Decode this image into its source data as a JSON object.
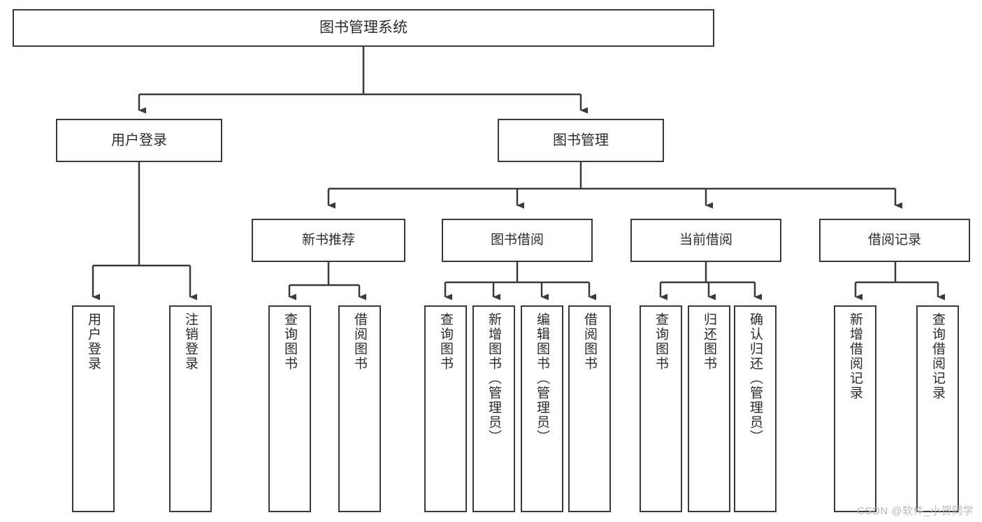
{
  "diagram": {
    "title": "图书管理系统",
    "type": "tree",
    "watermark": "CSDN @软件_小贺同学",
    "colors": {
      "box_border": "#3a3a3a",
      "box_fill": "#ffffff",
      "edge": "#3a3a3a",
      "text": "#2b2b2b",
      "watermark": "#b9b9b9",
      "background": "#ffffff"
    },
    "levels": {
      "root": {
        "label": "图书管理系统"
      },
      "level1": [
        {
          "id": "user-login",
          "label": "用户登录"
        },
        {
          "id": "book-manage",
          "label": "图书管理"
        }
      ],
      "level2": [
        {
          "id": "new-book-recommend",
          "label": "新书推荐",
          "parent": "book-manage"
        },
        {
          "id": "book-borrow",
          "label": "图书借阅",
          "parent": "book-manage"
        },
        {
          "id": "current-borrow",
          "label": "当前借阅",
          "parent": "book-manage"
        },
        {
          "id": "borrow-record",
          "label": "借阅记录",
          "parent": "book-manage"
        }
      ],
      "leaves": [
        {
          "id": "leaf-user-login",
          "label": "用户登录",
          "parent": "user-login"
        },
        {
          "id": "leaf-user-logout",
          "label": "注销登录",
          "parent": "user-login"
        },
        {
          "id": "leaf-query-book-1",
          "label": "查询图书",
          "parent": "new-book-recommend"
        },
        {
          "id": "leaf-borrow-book-1",
          "label": "借阅图书",
          "parent": "new-book-recommend"
        },
        {
          "id": "leaf-query-book-2",
          "label": "查询图书",
          "parent": "book-borrow"
        },
        {
          "id": "leaf-add-book",
          "label": "新增图书（管理员）",
          "parent": "book-borrow"
        },
        {
          "id": "leaf-edit-book",
          "label": "编辑图书（管理员）",
          "parent": "book-borrow"
        },
        {
          "id": "leaf-borrow-book-2",
          "label": "借阅图书",
          "parent": "book-borrow"
        },
        {
          "id": "leaf-query-book-3",
          "label": "查询图书",
          "parent": "current-borrow"
        },
        {
          "id": "leaf-return-book",
          "label": "归还图书",
          "parent": "current-borrow"
        },
        {
          "id": "leaf-confirm-return",
          "label": "确认归还（管理员）",
          "parent": "current-borrow"
        },
        {
          "id": "leaf-add-record",
          "label": "新增借阅记录",
          "parent": "borrow-record"
        },
        {
          "id": "leaf-query-record",
          "label": "查询借阅记录",
          "parent": "borrow-record"
        }
      ]
    }
  }
}
